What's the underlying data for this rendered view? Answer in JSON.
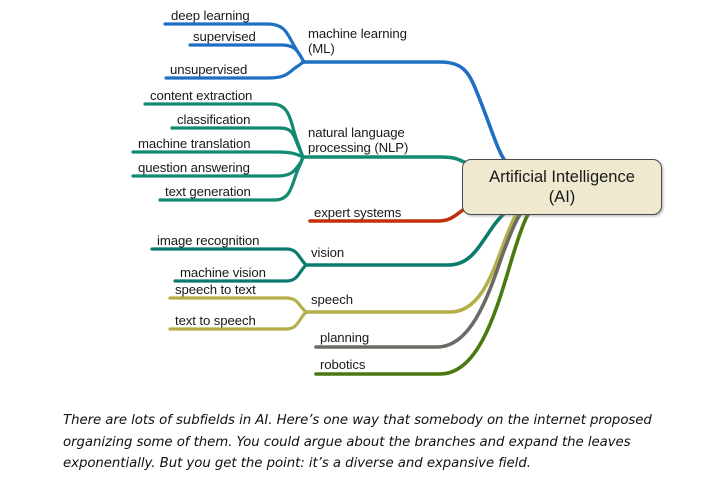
{
  "diagram": {
    "title": "AI subfields mind map",
    "center": {
      "label": "Artificial Intelligence\n(AI)",
      "fill": "#efe9d0",
      "border": "#4a4a4a"
    },
    "branches": [
      {
        "id": "machine-learning",
        "label": "machine learning\n(ML)",
        "color": "#1f6fc4",
        "leaves": [
          {
            "label": "deep learning"
          },
          {
            "label": "supervised"
          },
          {
            "label": "unsupervised"
          }
        ]
      },
      {
        "id": "nlp",
        "label": "natural language\nprocessing (NLP)",
        "color": "#138a72",
        "leaves": [
          {
            "label": "content extraction"
          },
          {
            "label": "classification"
          },
          {
            "label": "machine translation"
          },
          {
            "label": "question answering"
          },
          {
            "label": "text generation"
          }
        ]
      },
      {
        "id": "expert-systems",
        "label": "expert systems",
        "color": "#c0300c",
        "leaves": []
      },
      {
        "id": "vision",
        "label": "vision",
        "color": "#0b7b6e",
        "leaves": [
          {
            "label": "image recognition"
          },
          {
            "label": "machine vision"
          }
        ]
      },
      {
        "id": "speech",
        "label": "speech",
        "color": "#b5af49",
        "leaves": [
          {
            "label": "speech to text"
          },
          {
            "label": "text to speech"
          }
        ]
      },
      {
        "id": "planning",
        "label": "planning",
        "color": "#6b6b66",
        "leaves": []
      },
      {
        "id": "robotics",
        "label": "robotics",
        "color": "#4a7a0f",
        "leaves": []
      }
    ]
  },
  "caption": {
    "text": "There are lots of subfields in AI. Here’s one way that somebody on the internet proposed organizing some of them.  You could argue about the branches and expand the leaves exponentially.  But you get the point: it’s a diverse and expansive field."
  }
}
